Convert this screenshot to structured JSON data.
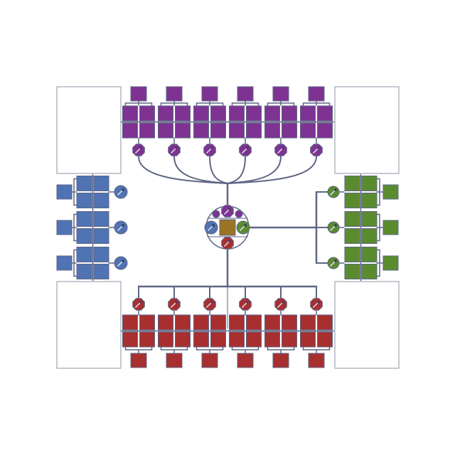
{
  "colors": {
    "background": "#ffffff",
    "stroke": "#5f6685",
    "frame_stroke": "#8f93a3",
    "top_group": "#7e3393",
    "bottom_group": "#a82f30",
    "left_group": "#4f73b3",
    "right_group": "#5a8c2f",
    "hub_center": "#9b7424"
  },
  "groups": {
    "top": {
      "color_key": "top_group",
      "unit_count": 6,
      "icon": "wrench-icon"
    },
    "bottom": {
      "color_key": "bottom_group",
      "unit_count": 6,
      "icon": "wrench-icon"
    },
    "left": {
      "color_key": "left_group",
      "unit_count": 3,
      "icon": "wrench-icon"
    },
    "right": {
      "color_key": "right_group",
      "unit_count": 3,
      "icon": "wrench-icon"
    }
  },
  "hub": {
    "icon": "wrench-icon"
  },
  "empty_frames": 4
}
